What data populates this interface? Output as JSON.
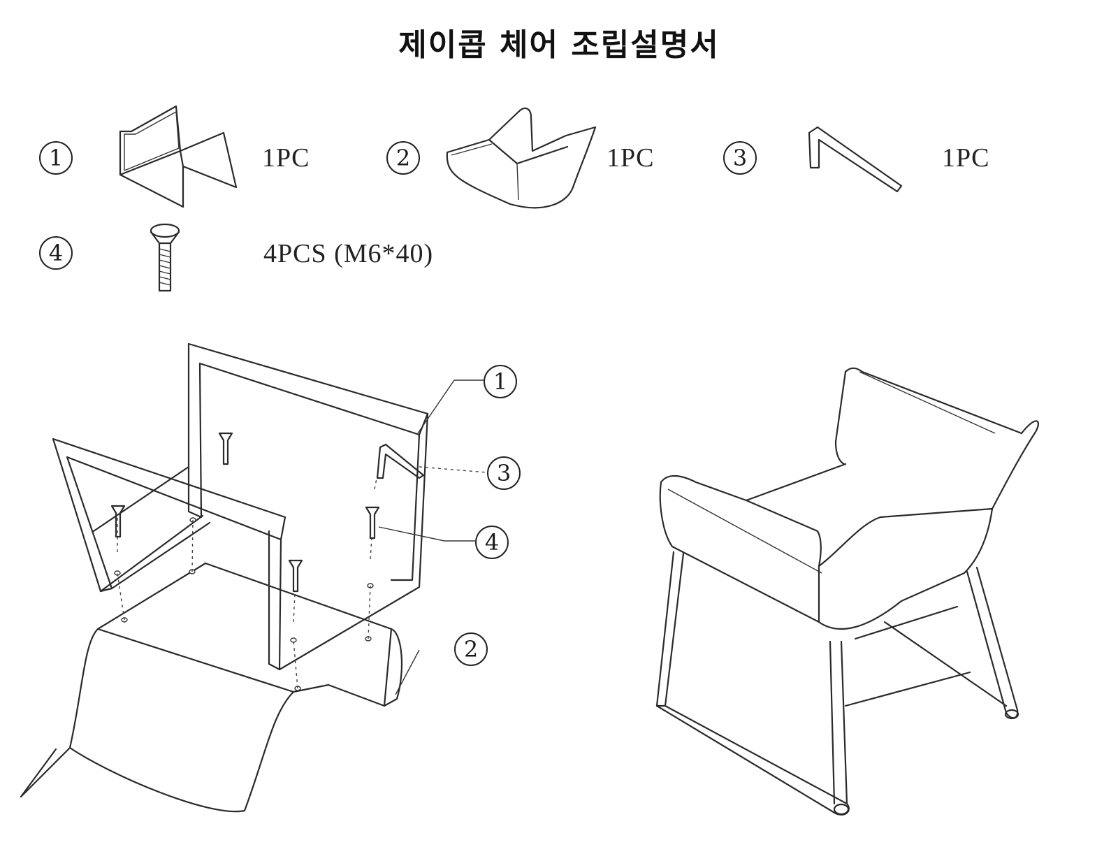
{
  "title": "제이콥 체어 조립설명서",
  "parts": [
    {
      "number": "1",
      "quantity": "1PC",
      "icon": "chair-frame-icon"
    },
    {
      "number": "2",
      "quantity": "1PC",
      "icon": "seat-shell-icon"
    },
    {
      "number": "3",
      "quantity": "1PC",
      "icon": "hex-key-icon"
    },
    {
      "number": "4",
      "quantity": "4PCS (M6*40)",
      "icon": "bolt-icon"
    }
  ],
  "callouts": [
    "1",
    "3",
    "4",
    "2"
  ]
}
